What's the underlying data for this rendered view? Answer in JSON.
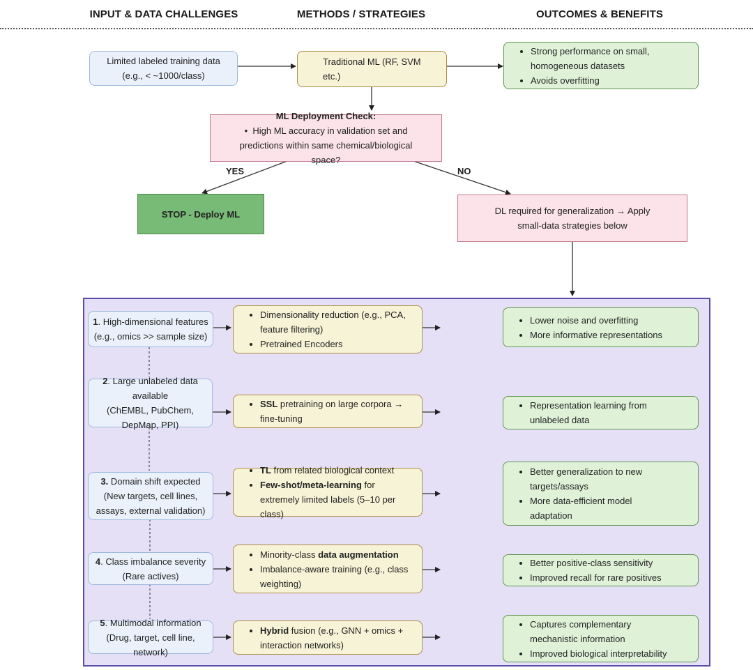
{
  "headers": {
    "col1": "INPUT & DATA CHALLENGES",
    "col2": "METHODS / STRATEGIES",
    "col3": "OUTCOMES & BENEFITS"
  },
  "top": {
    "input": {
      "line1": "Limited labeled training data",
      "line2": "(e.g., < ~1000/class)"
    },
    "method": {
      "text": "Traditional ML (RF, SVM etc.)"
    },
    "outcome": {
      "items": [
        "Strong performance on small, homogeneous datasets",
        "Avoids overfitting"
      ]
    }
  },
  "check": {
    "title": "ML Deployment Check:",
    "item": "High ML accuracy in validation set and predictions within same chemical/biological space?",
    "yes_label": "YES",
    "no_label": "NO"
  },
  "stop": {
    "text": "STOP - Deploy ML"
  },
  "dl": {
    "text": "DL required for generalization → Apply small-data strategies below"
  },
  "rows": [
    {
      "input_num": "1",
      "input_text": ". High-dimensional features",
      "input_sub": "(e.g., omics >> sample size)",
      "methods": [
        {
          "bold": "",
          "text": "Dimensionality reduction (e.g., PCA, feature filtering)"
        },
        {
          "bold": "",
          "text": "Pretrained Encoders"
        }
      ],
      "outcomes": [
        "Lower noise and overfitting",
        "More informative representations"
      ]
    },
    {
      "input_num": "2",
      "input_text": ". Large unlabeled data available",
      "input_sub": "(ChEMBL, PubChem, DepMap, PPI)",
      "methods": [
        {
          "bold": "SSL",
          "text": " pretraining on large corpora → fine-tuning"
        }
      ],
      "outcomes": [
        "Representation learning from unlabeled data"
      ]
    },
    {
      "input_num": "3.",
      "input_text": " Domain shift expected",
      "input_sub": "(New targets, cell lines, assays, external validation)",
      "methods": [
        {
          "bold": "TL",
          "text": " from related biological context"
        },
        {
          "bold": "Few-shot/meta-learning",
          "text": " for extremely limited labels (5–10 per class)"
        }
      ],
      "outcomes": [
        "Better generalization to new targets/assays",
        "More data-efficient model adaptation"
      ]
    },
    {
      "input_num": "4",
      "input_text": ". Class imbalance severity",
      "input_sub": "(Rare actives)",
      "methods": [
        {
          "pre": "Minority-class ",
          "bold": "data augmentation",
          "text": ""
        },
        {
          "bold": "",
          "text": "Imbalance-aware training (e.g., class weighting)"
        }
      ],
      "outcomes": [
        "Better positive-class sensitivity",
        "Improved recall for rare positives"
      ]
    },
    {
      "input_num": "5",
      "input_text": ". Multimodal information",
      "input_sub": "(Drug, target, cell line, network)",
      "methods": [
        {
          "bold": "Hybrid",
          "text": " fusion (e.g., GNN + omics + interaction networks)"
        }
      ],
      "outcomes": [
        "Captures complementary mechanistic information",
        "Improved biological interpretability"
      ]
    }
  ]
}
